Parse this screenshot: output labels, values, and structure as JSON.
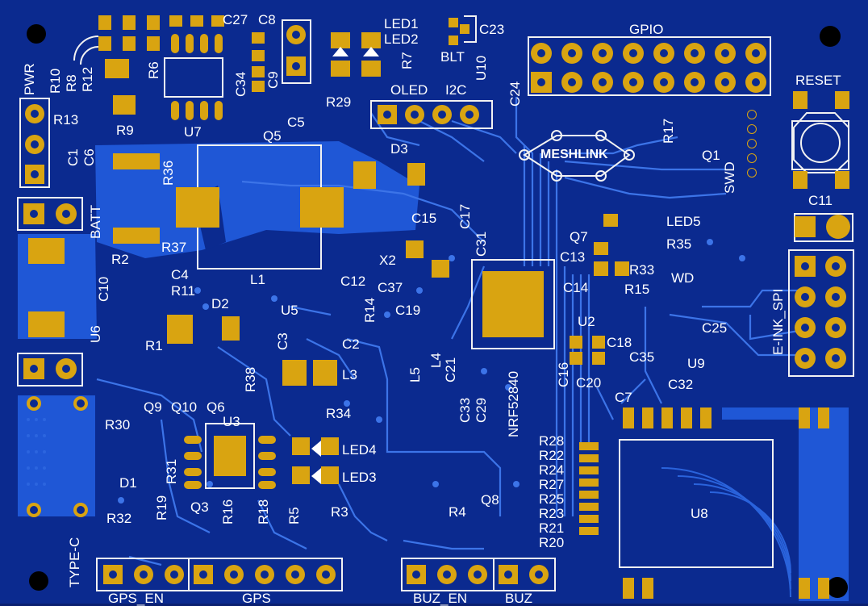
{
  "board": {
    "colors": {
      "background": "#0b2a8f",
      "copper_fill": "#1f57d6",
      "trace": "#3c74e8",
      "pad": "#d9a411",
      "silkscreen": "#ffffff",
      "hole": "#000000"
    }
  },
  "labels": {
    "pwr": "PWR",
    "r10": "R10",
    "r8": "R8",
    "r12": "R12",
    "r6": "R6",
    "c27": "C27",
    "c8": "C8",
    "c34": "C34",
    "c9": "C9",
    "r9": "R9",
    "u7": "U7",
    "q5": "Q5",
    "c5": "C5",
    "r13": "R13",
    "c1": "C1",
    "c6": "C6",
    "r36": "R36",
    "d3": "D3",
    "batt": "BATT",
    "r37": "R37",
    "l1": "L1",
    "r2": "R2",
    "c4": "C4",
    "r11": "R11",
    "c10": "C10",
    "u6": "U6",
    "d2": "D2",
    "r1": "R1",
    "q9": "Q9",
    "q10": "Q10",
    "q6": "Q6",
    "r38": "R38",
    "r30": "R30",
    "d1": "D1",
    "r32": "R32",
    "type_c": "TYPE-C",
    "r31": "R31",
    "u3": "U3",
    "r19": "R19",
    "q3": "Q3",
    "r16": "R16",
    "r18": "R18",
    "r5": "R5",
    "gps_en": "GPS_EN",
    "gps": "GPS",
    "led1": "LED1",
    "led2": "LED2",
    "r7": "R7",
    "r29": "R29",
    "blt": "BLT",
    "c23": "C23",
    "u10": "U10",
    "c24": "C24",
    "oled": "OLED",
    "i2c": "I2C",
    "gpio": "GPIO",
    "meshlink": "MESHLINK",
    "reset": "RESET",
    "r17": "R17",
    "q1": "Q1",
    "swd": "SWD",
    "c11": "C11",
    "led5": "LED5",
    "r35": "R35",
    "q7": "Q7",
    "c13": "C13",
    "r33": "R33",
    "wd": "WD",
    "r15": "R15",
    "c14": "C14",
    "u2": "U2",
    "c25": "C25",
    "c18": "C18",
    "u9": "U9",
    "e_ink_spi": "E-INK_SPI",
    "c16": "C16",
    "c20": "C20",
    "c35": "C35",
    "c32": "C32",
    "c7": "C7",
    "c15": "C15",
    "c17": "C17",
    "c31": "C31",
    "x2": "X2",
    "c37": "C37",
    "c12": "C12",
    "u5": "U5",
    "r14": "R14",
    "c19": "C19",
    "c3": "C3",
    "c2": "C2",
    "l3": "L3",
    "l5": "L5",
    "l4": "L4",
    "c21": "C21",
    "c33": "C33",
    "c29": "C29",
    "nrf52840": "NRF52840",
    "r34": "R34",
    "led4": "LED4",
    "led3": "LED3",
    "r3": "R3",
    "r4": "R4",
    "q8": "Q8",
    "buz_en": "BUZ_EN",
    "buz": "BUZ",
    "r28": "R28",
    "r22": "R22",
    "r24": "R24",
    "r27": "R27",
    "r25": "R25",
    "r23": "R23",
    "r21": "R21",
    "r20": "R20",
    "u8": "U8"
  }
}
